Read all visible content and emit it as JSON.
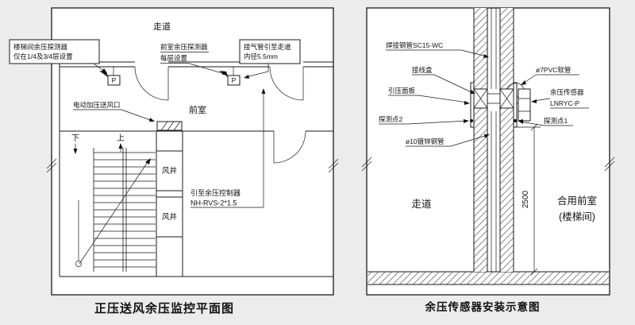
{
  "colors": {
    "background": "#ececec",
    "paper": "#ffffff",
    "line": "#1a1a1a"
  },
  "left_plan": {
    "caption": "正压送风余压监控平面图",
    "corridor": "走道",
    "front_room": "前室",
    "shaft_top": "风井",
    "shaft_bottom": "风井",
    "down": "下",
    "up": "上",
    "detector_left": "P",
    "detector_right": "P",
    "notes": {
      "stair_detector_1": "楼梯间余压探测器",
      "stair_detector_2": "仅在1/4及3/4层设置",
      "front_detector_1": "前室余压探测器",
      "front_detector_2": "每层设置",
      "air_tube_1": "接气管引至走道",
      "air_tube_2": "内径5.5mm",
      "fan_outlet": "电动加压送风口",
      "controller_1": "引至余压控制器",
      "controller_2": "NH-RVS-2*1.5"
    }
  },
  "right_section": {
    "caption": "余压传感器安装示意图",
    "corridor": "走道",
    "front_room_1": "合用前室",
    "front_room_2": "(楼梯间)",
    "dimension": "2500",
    "notes": {
      "welded_pipe": "焊接钢管SC15-WC",
      "junction_box": "接线盒",
      "pressure_panel": "引压面板",
      "detection_point_2": "探测点2",
      "galvanized_pipe": "ø10镀锌钢管",
      "pvc_tube": "ø7PVC软管",
      "sensor_1": "余压传感器",
      "sensor_2": "LNRYC-P",
      "detection_point_1": "探测点1"
    }
  }
}
